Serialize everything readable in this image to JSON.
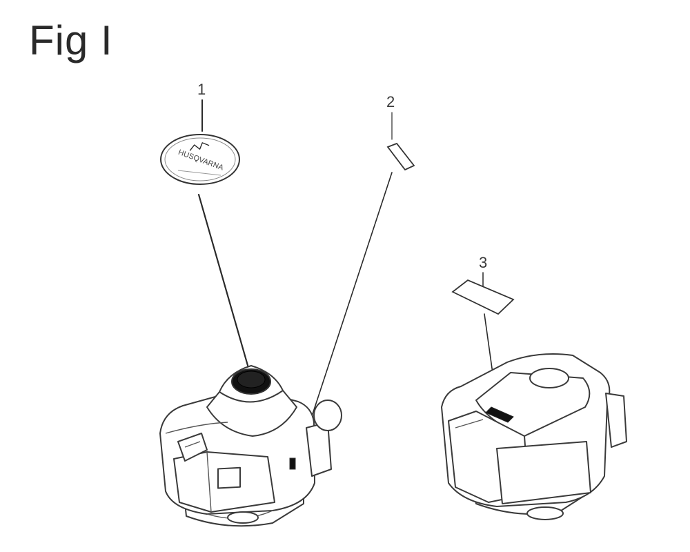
{
  "figure": {
    "title": "Fig I"
  },
  "callouts": [
    {
      "id": 1,
      "label": "1"
    },
    {
      "id": 2,
      "label": "2"
    },
    {
      "id": 3,
      "label": "3"
    }
  ],
  "decal_1": {
    "lines": [
      "HUSQVARNA"
    ]
  }
}
